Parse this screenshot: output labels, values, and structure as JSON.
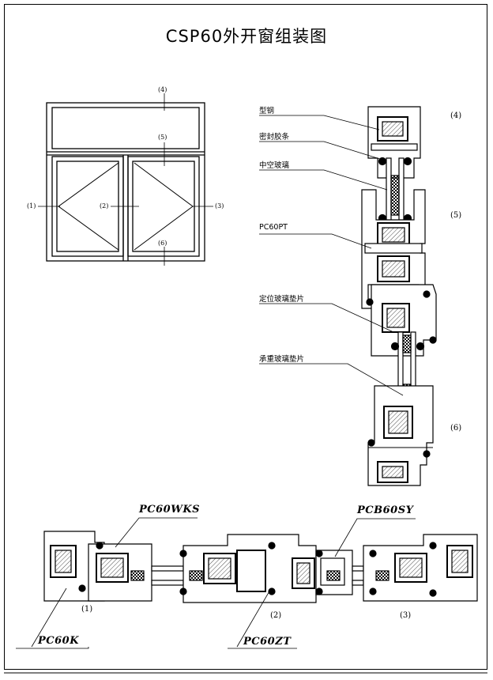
{
  "title": "CSP60外开窗组装图",
  "elevation": {
    "markers": {
      "top": "(4)",
      "transom": "(5)",
      "left": "(1)",
      "middle": "(2)",
      "right": "(3)",
      "bottom": "(6)"
    }
  },
  "section_labels": [
    "型钢",
    "密封胶条",
    "中空玻璃",
    "PC60PT",
    "定位玻璃垫片",
    "承重玻璃垫片"
  ],
  "vertical_section_refs": [
    "(4)",
    "(5)",
    "(6)"
  ],
  "horizontal_section_refs": [
    "(1)",
    "(2)",
    "(3)"
  ],
  "profile_models": {
    "sash_top": "PC60WKS",
    "sash_right": "PCB60SY",
    "frame": "PC60K",
    "mullion": "PC60ZT"
  }
}
